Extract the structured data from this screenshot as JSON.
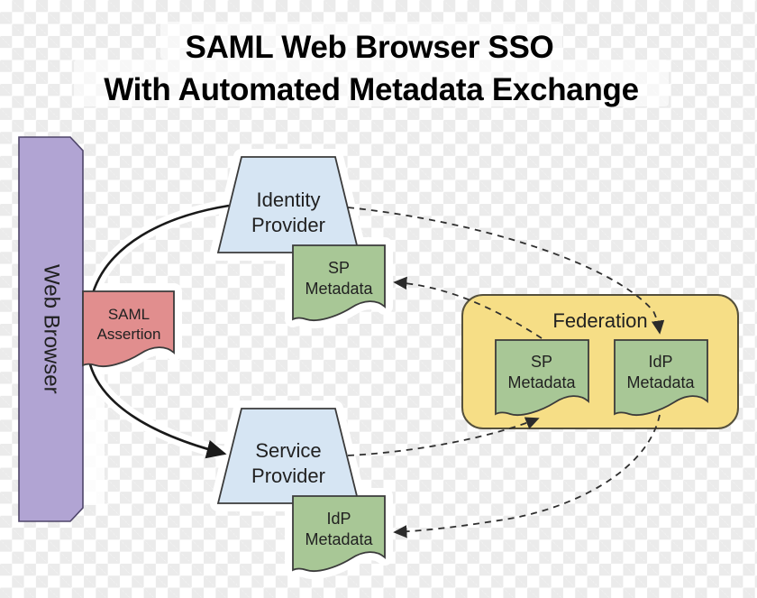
{
  "title": {
    "line1": "SAML Web Browser SSO",
    "line2": "With Automated Metadata Exchange"
  },
  "nodes": {
    "web_browser": {
      "label": "Web Browser"
    },
    "saml_assertion": {
      "label": "SAML Assertion"
    },
    "identity_provider": {
      "label": "Identity Provider"
    },
    "service_provider": {
      "label": "Service Provider"
    },
    "sp_metadata_at_idp": {
      "label": "SP Metadata"
    },
    "idp_metadata_at_sp": {
      "label": "IdP Metadata"
    },
    "federation": {
      "label": "Federation",
      "sp_metadata": {
        "label": "SP Metadata"
      },
      "idp_metadata": {
        "label": "IdP Metadata"
      }
    }
  },
  "edges": [
    {
      "from": "identity-provider",
      "to": "saml-assertion",
      "style": "solid",
      "arrowhead": false
    },
    {
      "from": "saml-assertion",
      "to": "service-provider",
      "style": "solid",
      "arrowhead": true
    },
    {
      "from": "identity-provider",
      "to": "federation-idp-metadata",
      "style": "dashed",
      "arrowhead": true
    },
    {
      "from": "federation-sp-metadata",
      "to": "sp-metadata-at-idp",
      "style": "dashed",
      "arrowhead": true
    },
    {
      "from": "service-provider",
      "to": "federation-sp-metadata",
      "style": "dashed",
      "arrowhead": true
    },
    {
      "from": "federation-idp-metadata",
      "to": "idp-metadata-at-sp",
      "style": "dashed",
      "arrowhead": true
    }
  ],
  "colors": {
    "checker_light": "#ffffff",
    "checker_dark": "#ebebeb",
    "web_browser_fill": "#b1a4d3",
    "web_browser_border": "#4e4569",
    "saml_assertion_fill": "#e18e8e",
    "provider_fill": "#d6e5f3",
    "metadata_fill": "#a8c796",
    "federation_fill": "#f6de86",
    "shape_border": "#3b3b3b",
    "solid_arrow": "#1a1a1a",
    "dashed_arrow": "#3a3a3a",
    "text": "#212121",
    "title_text": "#000000"
  }
}
